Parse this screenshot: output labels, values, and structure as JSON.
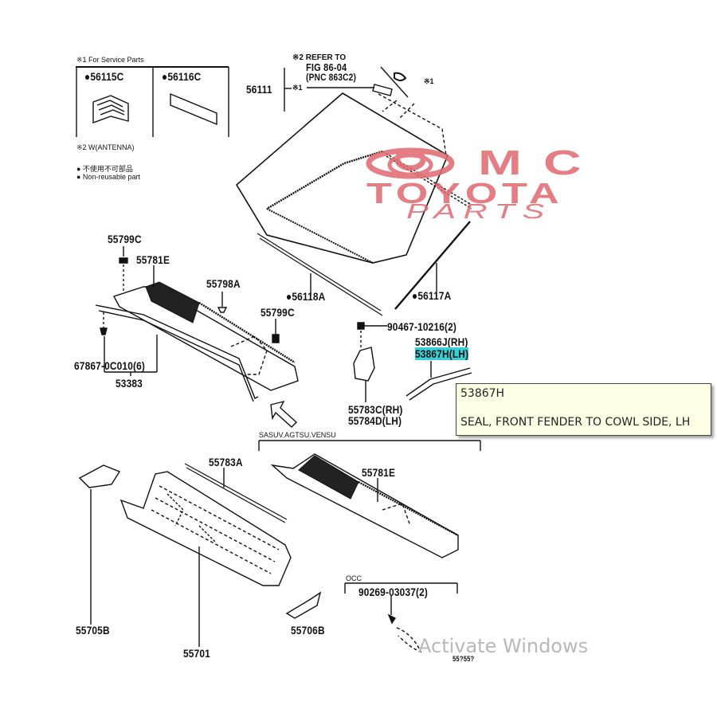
{
  "service_parts_box": {
    "heading": "※1 For Service Parts",
    "left_part": "●56115C",
    "right_part": "●56116C"
  },
  "note_antenna": "※2 W(ANTENNA)",
  "legend": {
    "line1": "● 不使用不可部品",
    "line2": "● Non-reusable part"
  },
  "refer_note": {
    "line1": "※2 REFER TO",
    "line2": "FIG 86-04",
    "line3": "(PNC 863C2)"
  },
  "marker_1": "※1",
  "labels": {
    "p56111": "56111",
    "p56111_note": "※1",
    "p56118A": "●56118A",
    "p56117A": "●56117A",
    "p55799C_top": "55799C",
    "p55781E_top": "55781E",
    "p55798A": "55798A",
    "p55799C_mid": "55799C",
    "p67867": "67867-0C010(6)",
    "p53383": "53383",
    "p90467": "90467-10216(2)",
    "p53866J": "53866J(RH)",
    "p53867H": "53867H(LH)",
    "p55783C": "55783C(RH)",
    "p55784D": "55784D(LH)",
    "p55783A": "55783A",
    "p55781E_bot": "55781E",
    "p55705B": "55705B",
    "p55701": "55701",
    "p55706B": "55706B",
    "p90269": "90269-03037(2)",
    "p_cut": "55?55?"
  },
  "variant_bracket": "SASUV.AGTSU.VENSU",
  "occ_bracket": "OCC",
  "tooltip": {
    "code": "53867H",
    "description": "SEAL, FRONT FENDER TO COWL SIDE, LH"
  },
  "watermark": {
    "line1": "MC",
    "line2": "TOYOTA",
    "line3": "PARTS",
    "color": "#e0676f"
  },
  "os_watermark": "Activate Windows",
  "highlight_color": "#37d0d6"
}
